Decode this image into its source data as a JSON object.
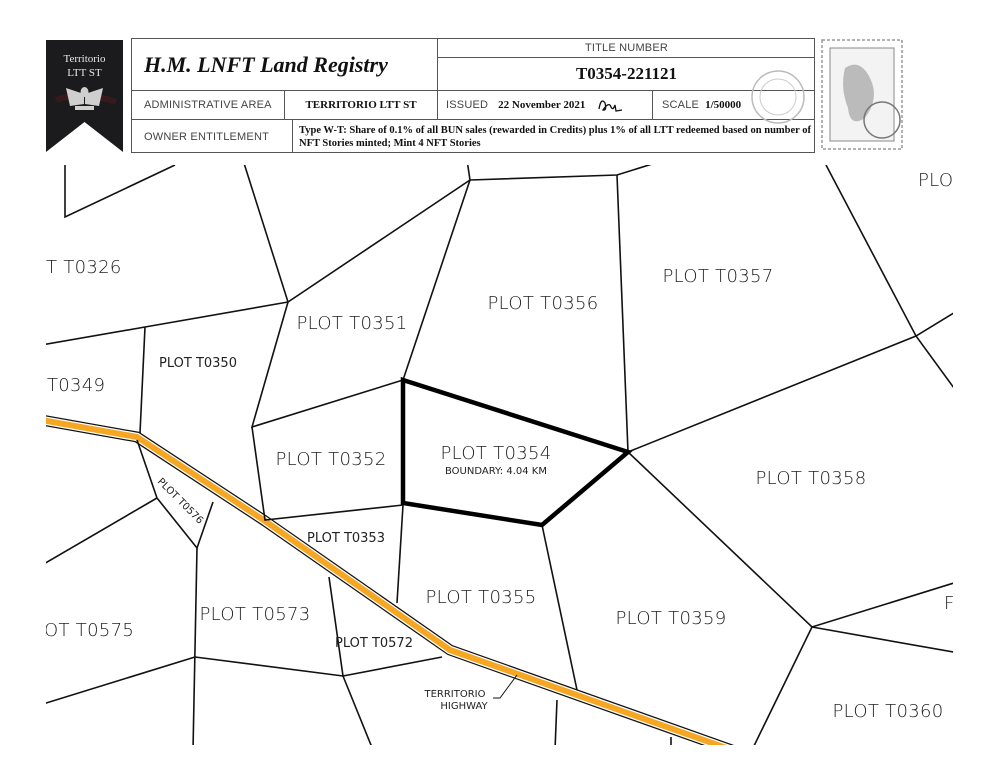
{
  "badge": {
    "line1": "Territorio",
    "line2": "LTT ST"
  },
  "header": {
    "registry_title": "H.M. LNFT Land Registry",
    "title_number_label": "TITLE NUMBER",
    "title_number": "T0354-221121",
    "admin_area_label": "ADMINISTRATIVE AREA",
    "admin_area_value": "TERRITORIO LTT ST",
    "issued_label": "ISSUED",
    "issued_value": "22 November 2021",
    "scale_label": "SCALE",
    "scale_value": "1/50000",
    "owner_label": "OWNER ENTITLEMENT",
    "owner_value": "Type W-T: Share of 0.1% of all BUN sales (rewarded in Credits) plus 1% of all LTT redeemed based on number of NFT Stories minted; Mint 4 NFT Stories"
  },
  "map": {
    "selected_plot": "PLOT T0354",
    "selected_boundary": "BOUNDARY: 4.04 KM",
    "road_label_1": "TERRITORIO",
    "road_label_2": "HIGHWAY",
    "road_color": "#f5a623",
    "plots": {
      "p0326": "T T0326",
      "p0349": "T0349",
      "p0350": "PLOT T0350",
      "p0351": "PLOT T0351",
      "p0352": "PLOT T0352",
      "p0353": "PLOT T0353",
      "p0355": "PLOT T0355",
      "p0356": "PLOT T0356",
      "p0357": "PLOT T0357",
      "p0358": "PLOT T0358",
      "p0359": "PLOT T0359",
      "p0360": "PLOT T0360",
      "p0572": "PLOT T0572",
      "p0573": "PLOT T0573",
      "p0575": "OT T0575",
      "p0576": "PLOT T0576",
      "pTopRight": "PLO",
      "pRight": "F"
    }
  }
}
